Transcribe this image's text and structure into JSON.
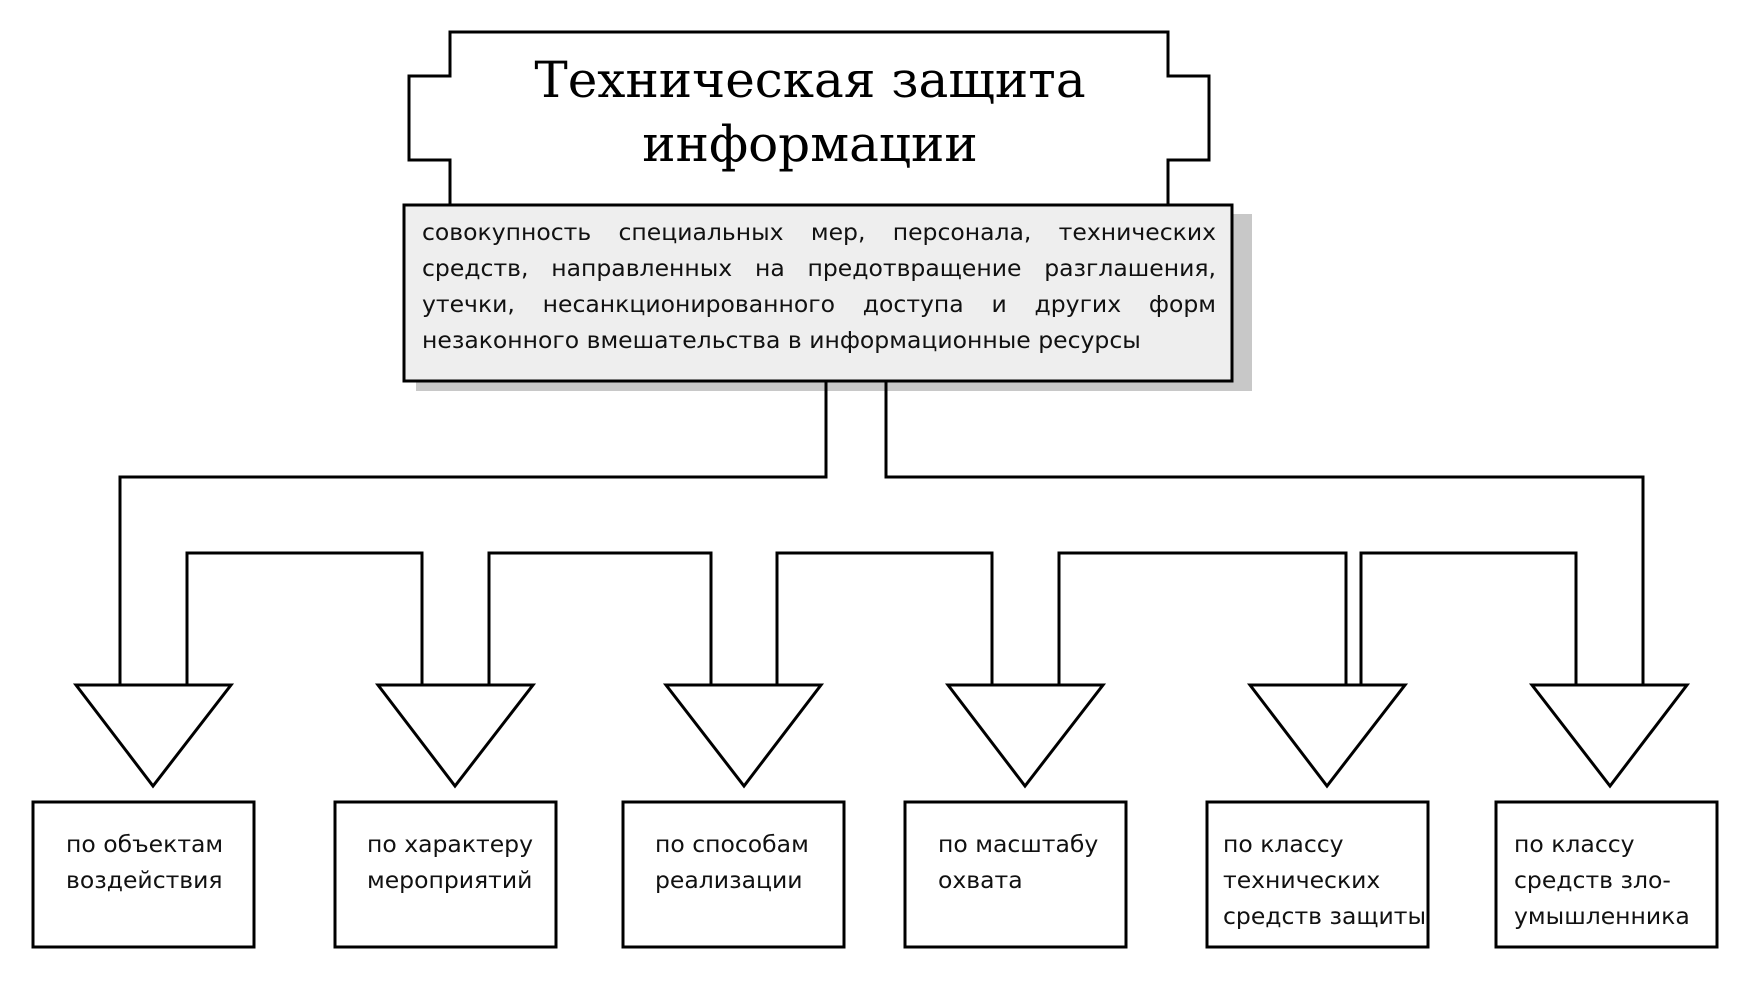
{
  "title": {
    "line1": "Техническая защита",
    "line2": "информации"
  },
  "definition": {
    "lines": [
      "совокупность специальных мер, персонала, технических",
      "средств, направленных на предотвращение разглашения,",
      "утечки, несанкционированного доступа и других форм",
      "незаконного вмешательства в информационные ресурсы"
    ]
  },
  "classifications": [
    {
      "lines": [
        "по объектам",
        "воздействия"
      ]
    },
    {
      "lines": [
        "по характеру",
        "мероприятий"
      ]
    },
    {
      "lines": [
        "по способам",
        "реализации"
      ]
    },
    {
      "lines": [
        "по масштабу",
        "охвата"
      ]
    },
    {
      "lines": [
        "по классу",
        "технических",
        "средств защиты"
      ]
    },
    {
      "lines": [
        "по классу",
        "средств зло-",
        "умышленника"
      ]
    }
  ],
  "colors": {
    "stroke": "#000000",
    "definition_fill": "#eeeeee",
    "shadow": "#c8c8c8"
  }
}
